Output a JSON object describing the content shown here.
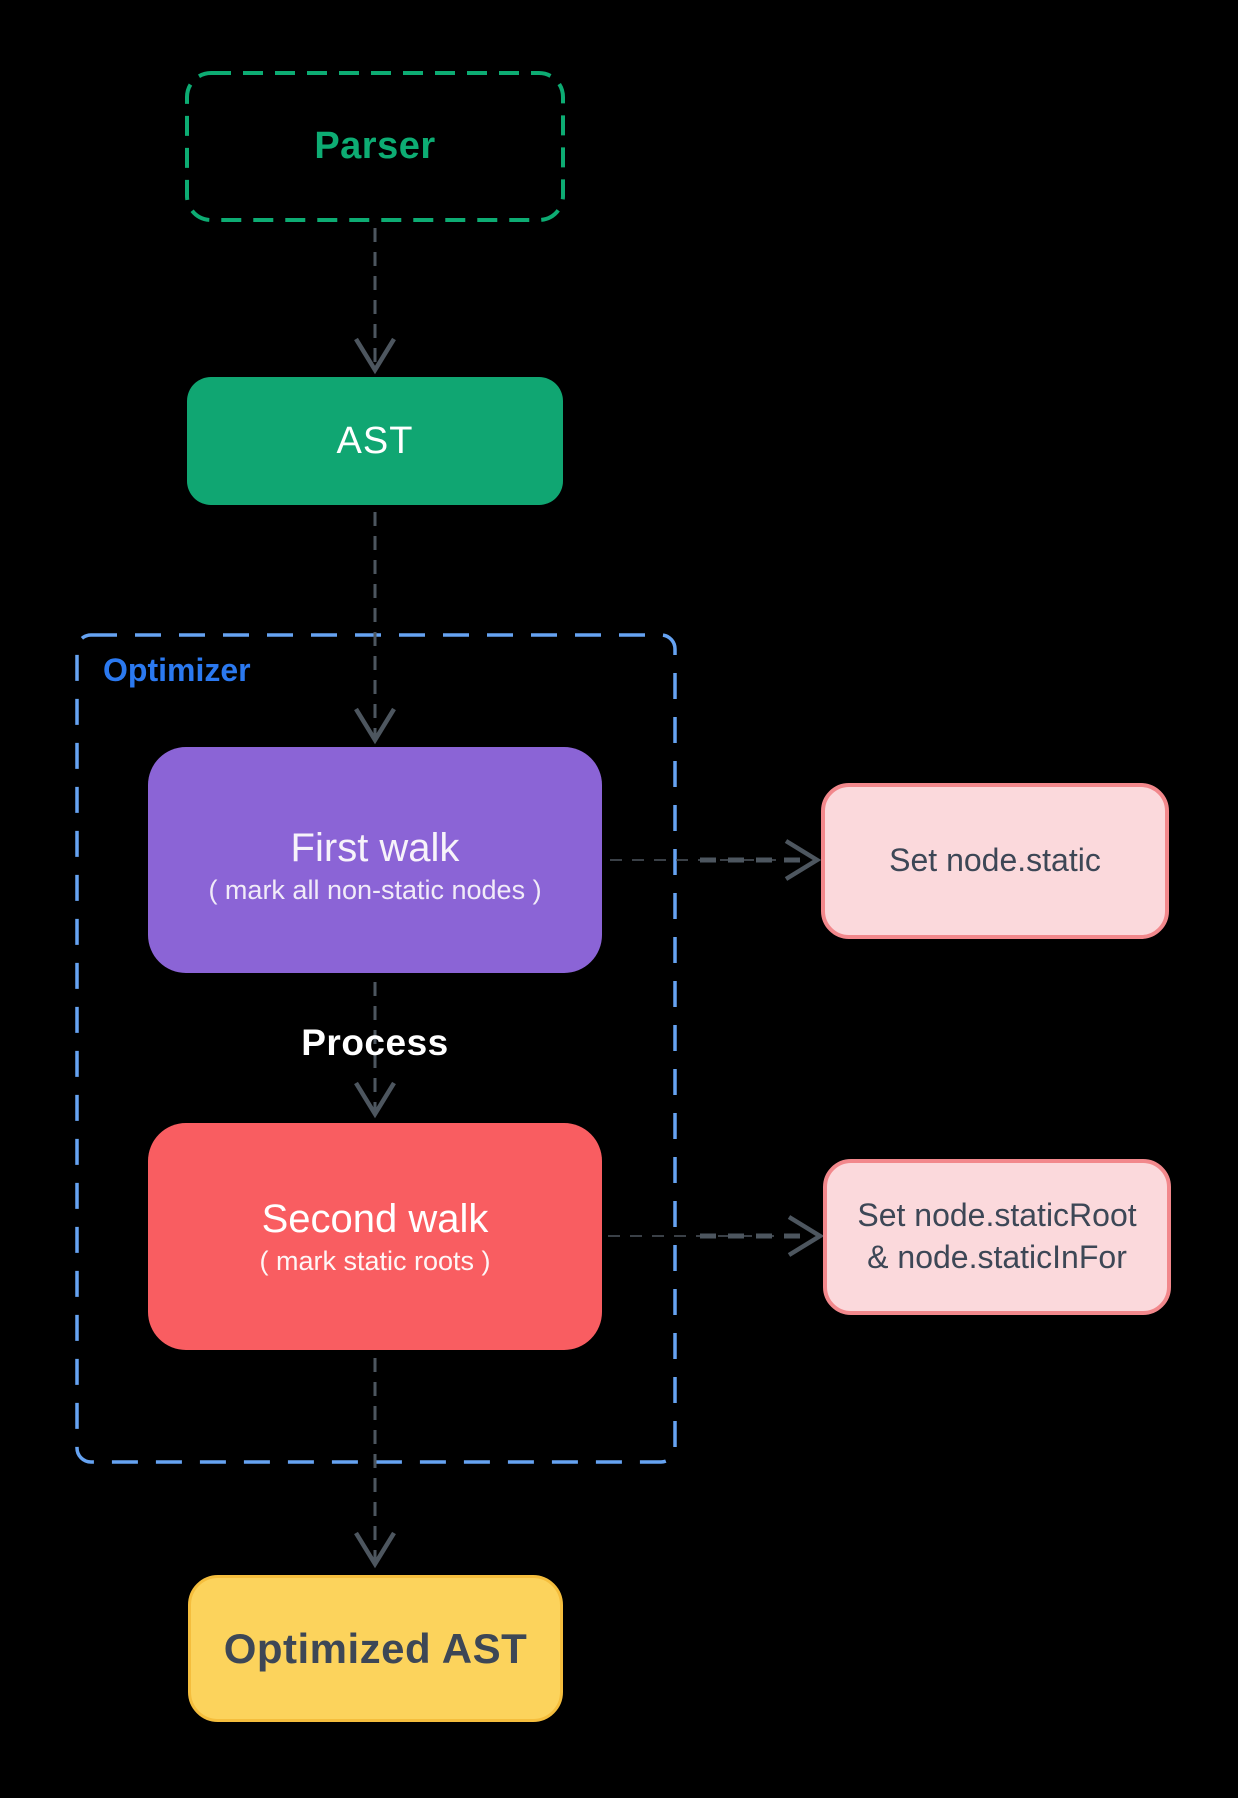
{
  "flowchart": {
    "parser": {
      "label": "Parser"
    },
    "ast": {
      "label": "AST"
    },
    "optimizer_group": {
      "label": "Optimizer"
    },
    "first_walk": {
      "title": "First walk",
      "subtitle": "( mark all non-static nodes )"
    },
    "process_edge": {
      "label": "Process"
    },
    "second_walk": {
      "title": "Second walk",
      "subtitle": "( mark static roots )"
    },
    "set_node_static": {
      "label": "Set node.static"
    },
    "set_node_static_root": {
      "line1": "Set node.staticRoot",
      "line2": "& node.staticInFor"
    },
    "optimized_ast": {
      "label": "Optimized AST"
    }
  },
  "theme": {
    "background": "#000000",
    "parser_green": "#0dac73",
    "ast_green": "#10a672",
    "optimizer_blue_border": "#66a3f2",
    "optimizer_blue_label": "#2b79f0",
    "first_walk_purple": "#8b64d6",
    "second_walk_red": "#f95d61",
    "pink_fill": "#fbd9dc",
    "pink_border": "#f2888c",
    "yellow_fill": "#fcd35c",
    "yellow_border": "#f5be3d",
    "arrow_gray": "#4d565f",
    "dark_text": "#3d4756",
    "white_text": "#f7f3fa"
  }
}
